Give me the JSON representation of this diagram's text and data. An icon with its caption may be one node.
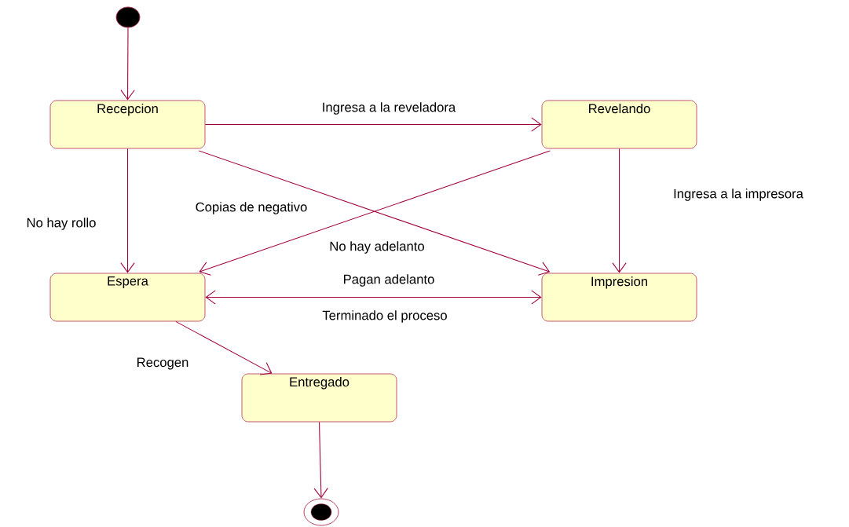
{
  "diagram": {
    "nodes": [
      {
        "text": [],
        "shape": "circle"
      },
      {
        "text": [
          "Recepcion"
        ]
      },
      {
        "text": [
          "Revelando"
        ]
      },
      {
        "text": [
          "Espera"
        ]
      },
      {
        "text": [
          "Impresion"
        ]
      },
      {
        "text": [
          "Entregado"
        ]
      },
      {
        "text": [],
        "shape": "circle"
      }
    ],
    "edges": [
      {
        "from": 0,
        "to": 1,
        "arrow": "to"
      },
      {
        "from": 1,
        "to": 2,
        "arrow": "to",
        "label": "Ingresa a la reveladora"
      },
      {
        "from": 1,
        "to": 3,
        "arrow": "to",
        "label": "No hay rollo"
      },
      {
        "from": 1,
        "to": 4,
        "arrow": "to",
        "label": "Copias de negativo"
      },
      {
        "from": 2,
        "to": 3,
        "arrow": "to",
        "label": "No hay adelanto"
      },
      {
        "from": 2,
        "to": 4,
        "arrow": "to",
        "label": "Ingresa a la impresora"
      },
      {
        "from": 3,
        "to": 4,
        "arrow": "both",
        "label": "Pagan adelanto"
      },
      {
        "from": 3,
        "to": 5,
        "arrow": "to",
        "label": "Recogen"
      },
      {
        "from": 5,
        "to": 6,
        "arrow": "to"
      }
    ],
    "labels": [
      "Terminado el proceso"
    ]
  }
}
